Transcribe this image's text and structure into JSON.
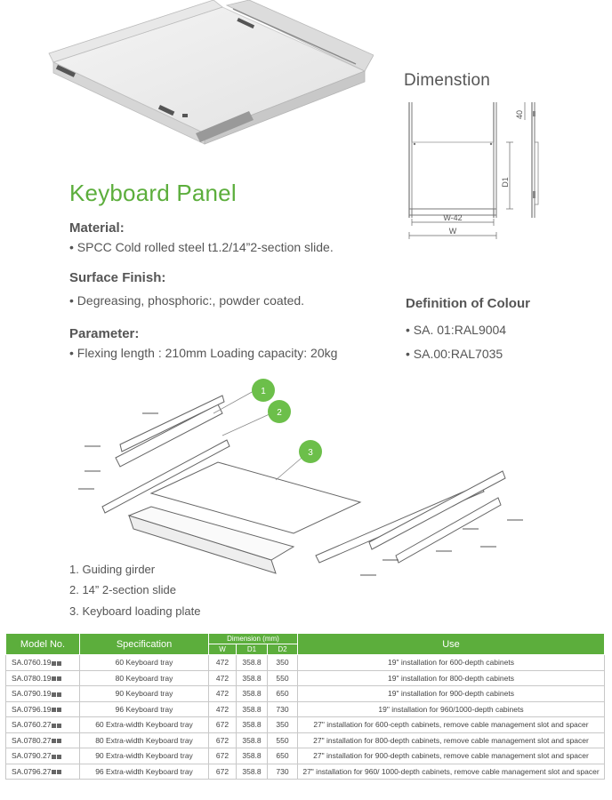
{
  "title": "Keyboard Panel",
  "dimension": {
    "heading": "Dimenstion",
    "labels": {
      "w42": "W-42",
      "w": "W",
      "d1": "D1",
      "h40": "40"
    }
  },
  "sections": {
    "material": {
      "heading": "Material:",
      "text": "• SPCC Cold rolled steel t1.2/14”2-section slide."
    },
    "finish": {
      "heading": "Surface Finish:",
      "text": "• Degreasing, phosphoric:, powder coated."
    },
    "parameter": {
      "heading": "Parameter:",
      "text": "• Flexing length : 210mm Loading capacity: 20kg"
    }
  },
  "colour": {
    "heading": "Definition of Colour",
    "items": [
      "• SA. 01:RAL9004",
      "• SA.00:RAL7035"
    ]
  },
  "callouts": [
    "1",
    "2",
    "3"
  ],
  "legend": [
    "1. Guiding girder",
    "2. 14” 2-section slide",
    "3. Keyboard loading plate"
  ],
  "table": {
    "headers": {
      "model": "Model No.",
      "spec": "Specification",
      "dimension": "Dimension (mm)",
      "w": "W",
      "d1": "D1",
      "d2": "D2",
      "use": "Use"
    },
    "rows": [
      {
        "model": "SA.0760.19",
        "spec": "60 Keyboard tray",
        "w": "472",
        "d1": "358.8",
        "d2": "350",
        "use": "19\" installation for 600-depth cabinets"
      },
      {
        "model": "SA.0780.19",
        "spec": "80 Keyboard tray",
        "w": "472",
        "d1": "358.8",
        "d2": "550",
        "use": "19\" installation for 800-depth cabinets"
      },
      {
        "model": "SA.0790.19",
        "spec": "90 Keyboard tray",
        "w": "472",
        "d1": "358.8",
        "d2": "650",
        "use": "19\" installation for 900-depth cabinets"
      },
      {
        "model": "SA.0796.19",
        "spec": "96 Keyboard tray",
        "w": "472",
        "d1": "358.8",
        "d2": "730",
        "use": "19\" installation for 960/1000-depth cabinets"
      },
      {
        "model": "SA.0760.27",
        "spec": "60 Extra-width Keyboard tray",
        "w": "672",
        "d1": "358.8",
        "d2": "350",
        "use": "27\" installation for 600-cepth cabinets, remove cable management slot and spacer"
      },
      {
        "model": "SA.0780.27",
        "spec": "80 Extra-width Keyboard tray",
        "w": "672",
        "d1": "358.8",
        "d2": "550",
        "use": "27\" installation for 800-depth cabinets, remove cable management slot and spacer"
      },
      {
        "model": "SA.0790.27",
        "spec": "90 Extra-width Keyboard tray",
        "w": "672",
        "d1": "358.8",
        "d2": "650",
        "use": "27\" installation for 900-depth cabinets, remove cable management slot and spacer"
      },
      {
        "model": "SA.0796.27",
        "spec": "96 Extra-width Keyboard tray",
        "w": "672",
        "d1": "358.8",
        "d2": "730",
        "use": "27\" installation for 960/ 1000-depth cabinets, remove cable management slot and spacer"
      }
    ]
  },
  "colors": {
    "accent": "#5cae3c"
  }
}
